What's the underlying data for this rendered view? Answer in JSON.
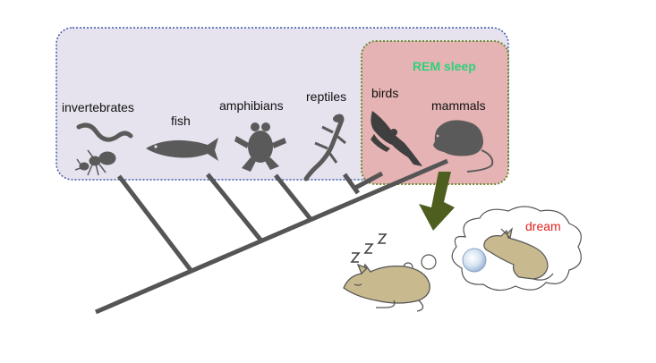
{
  "groups": {
    "invertebrates": "invertebrates",
    "fish": "fish",
    "amphibians": "amphibians",
    "reptiles": "reptiles",
    "birds": "birds",
    "mammals": "mammals"
  },
  "rem_label": "REM sleep",
  "dream_label": "dream",
  "sleep_glyph": "z z z",
  "colors": {
    "vertebrate_box_fill": "#e6e3ee",
    "vertebrate_box_border": "#3a58a8",
    "rem_box_fill": "#e5b3b3",
    "rem_box_border": "#6b8a2e",
    "rem_text": "#2fd07a",
    "dream_text": "#e02020",
    "tree": "#555555",
    "silhouette": "#5a5a5a",
    "arrow": "#4e5e1f",
    "cat": "#c8b98f",
    "cat_outline": "#555555"
  }
}
